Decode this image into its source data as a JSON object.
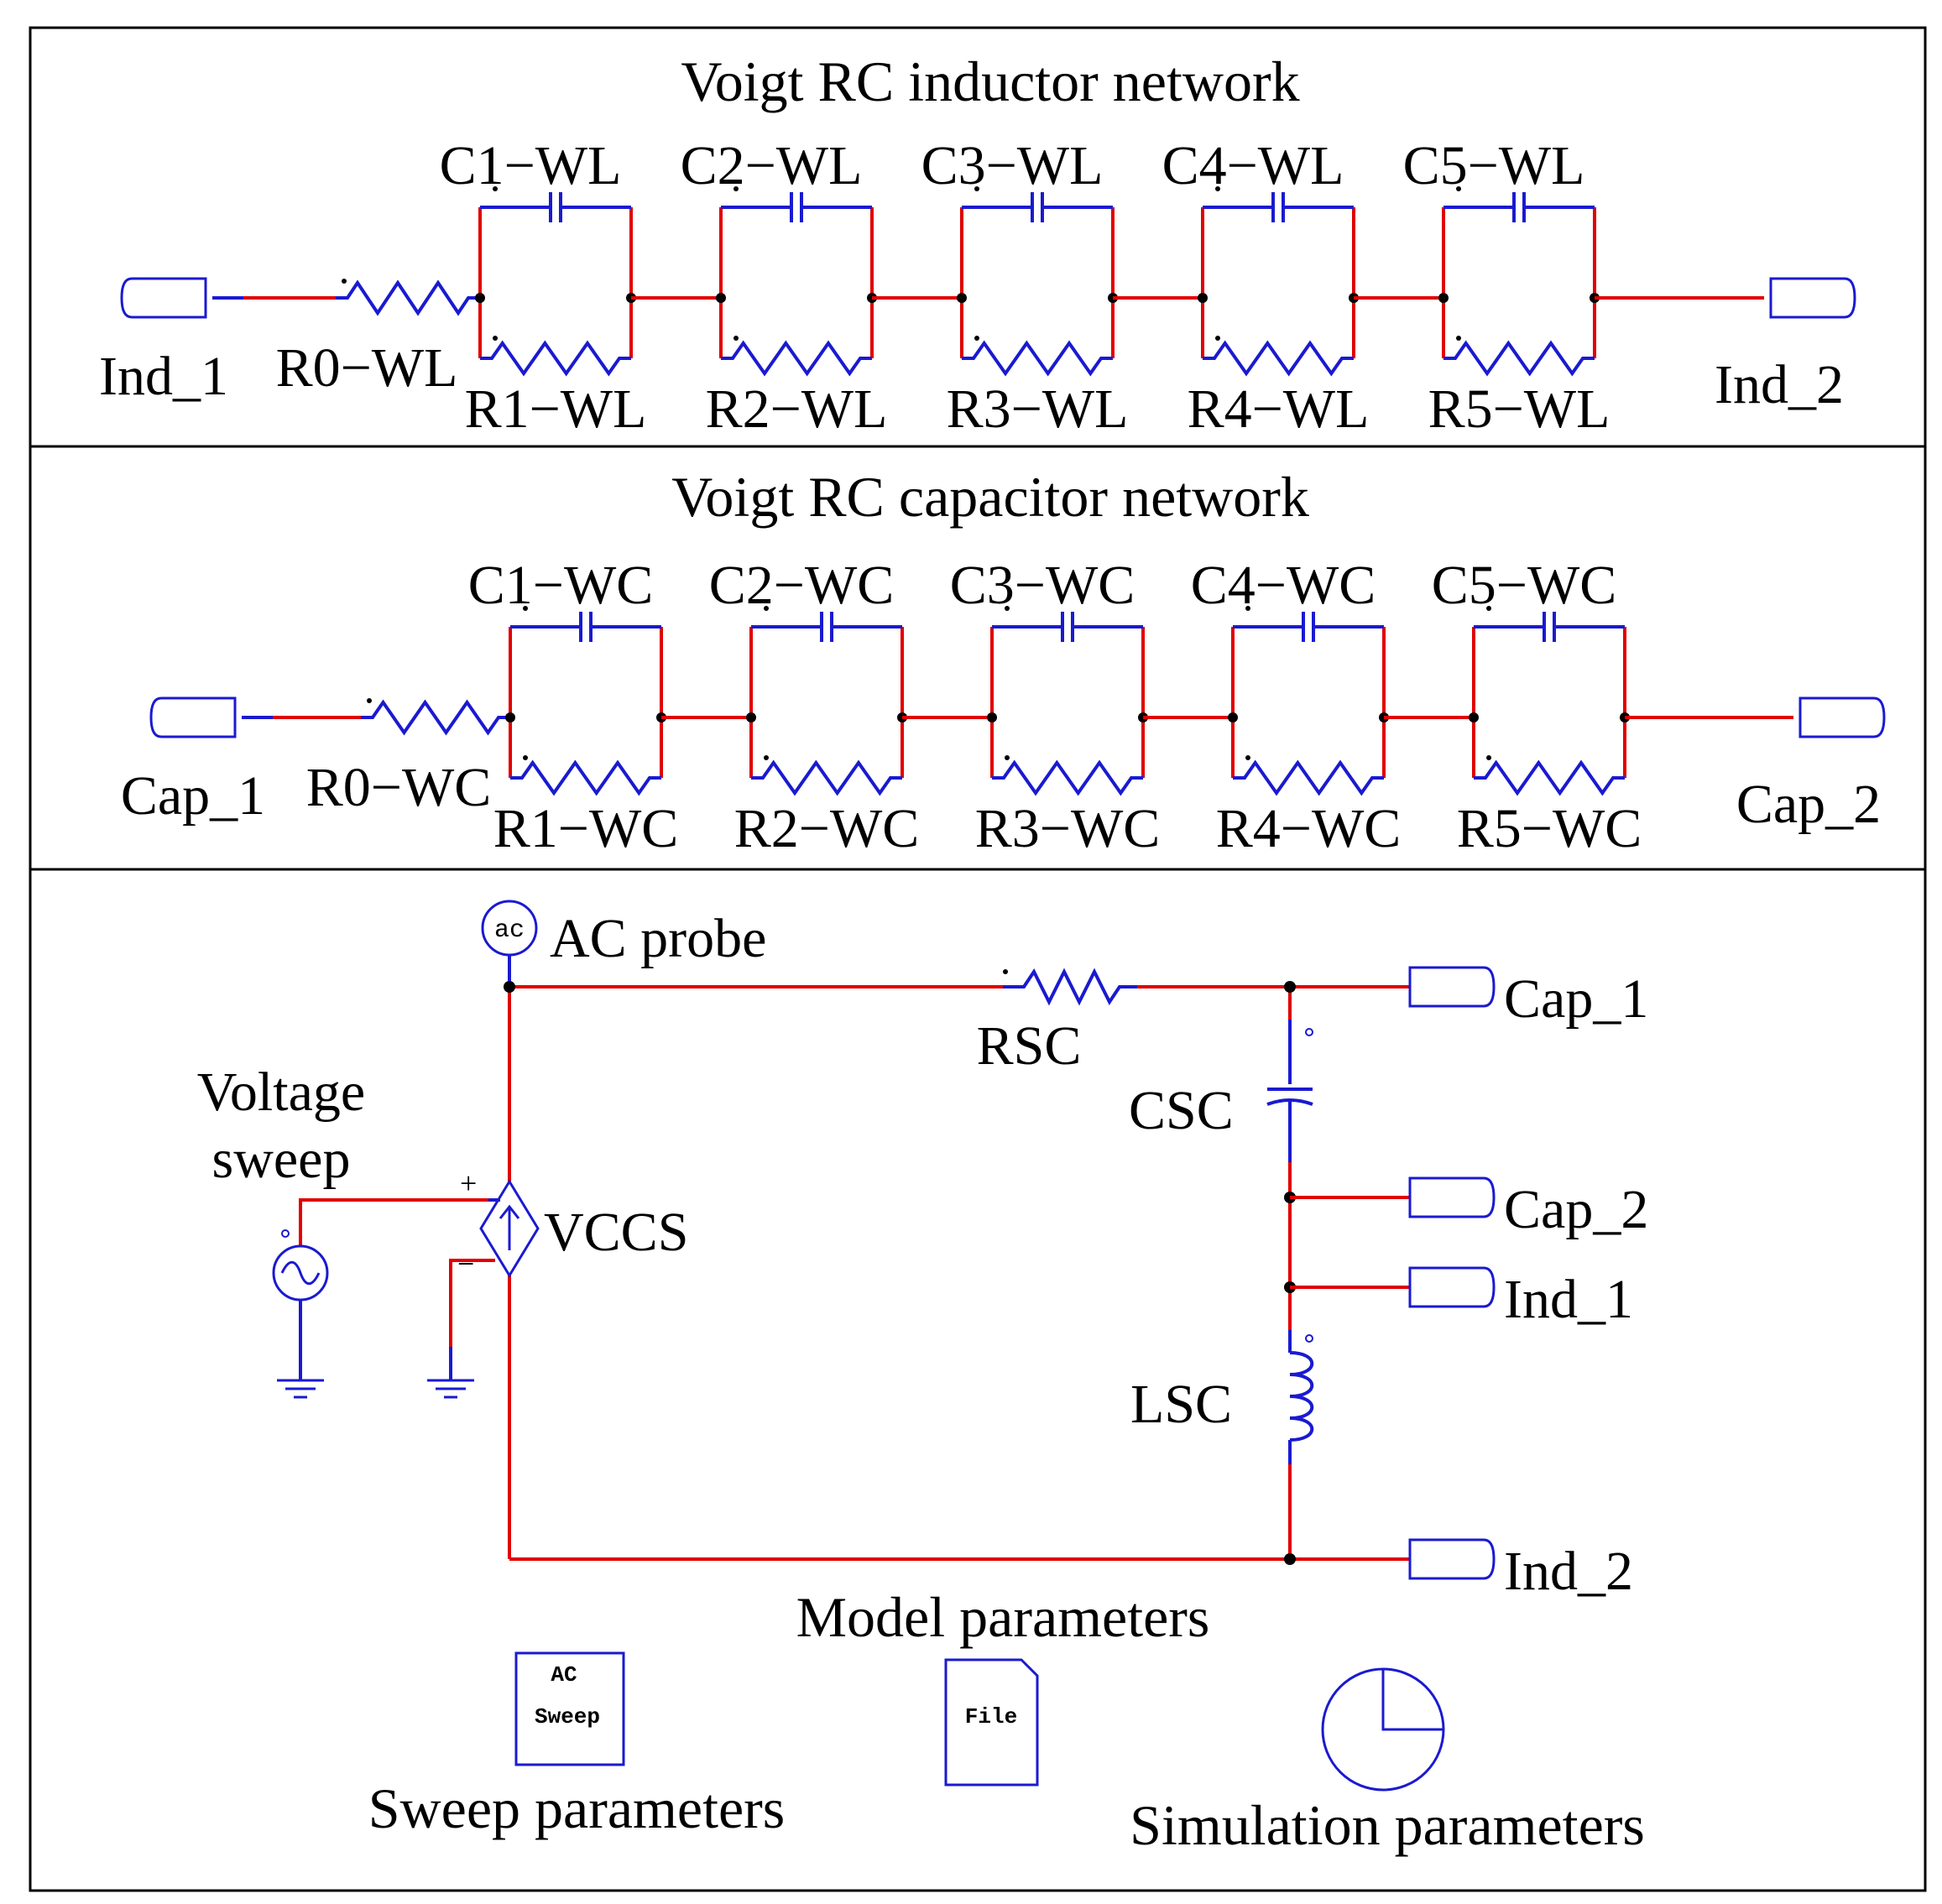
{
  "panels": {
    "inductor": {
      "title": "Voigt RC inductor network",
      "port_left": "Ind_1",
      "port_right": "Ind_2",
      "r0": "R0−WL",
      "caps": [
        "C1−WL",
        "C2−WL",
        "C3−WL",
        "C4−WL",
        "C5−WL"
      ],
      "res": [
        "R1−WL",
        "R2−WL",
        "R3−WL",
        "R4−WL",
        "R5−WL"
      ]
    },
    "capacitor": {
      "title": "Voigt RC capacitor network",
      "port_left": "Cap_1",
      "port_right": "Cap_2",
      "r0": "R0−WC",
      "caps": [
        "C1−WC",
        "C2−WC",
        "C3−WC",
        "C4−WC",
        "C5−WC"
      ],
      "res": [
        "R1−WC",
        "R2−WC",
        "R3−WC",
        "R4−WC",
        "R5−WC"
      ]
    },
    "main": {
      "probe_symbol": "ac",
      "probe_label": "AC probe",
      "source_label_line1": "Voltage",
      "source_label_line2": "sweep",
      "vccs_label": "VCCS",
      "plus": "+",
      "minus": "−",
      "rsc": "RSC",
      "csc": "CSC",
      "lsc": "LSC",
      "ports": [
        "Cap_1",
        "Cap_2",
        "Ind_1",
        "Ind_2"
      ],
      "model_parameters": "Model parameters",
      "ac_sweep_line1": "AC",
      "ac_sweep_line2": "Sweep",
      "file_label": "File",
      "sweep_parameters": "Sweep parameters",
      "simulation_parameters": "Simulation parameters"
    }
  }
}
